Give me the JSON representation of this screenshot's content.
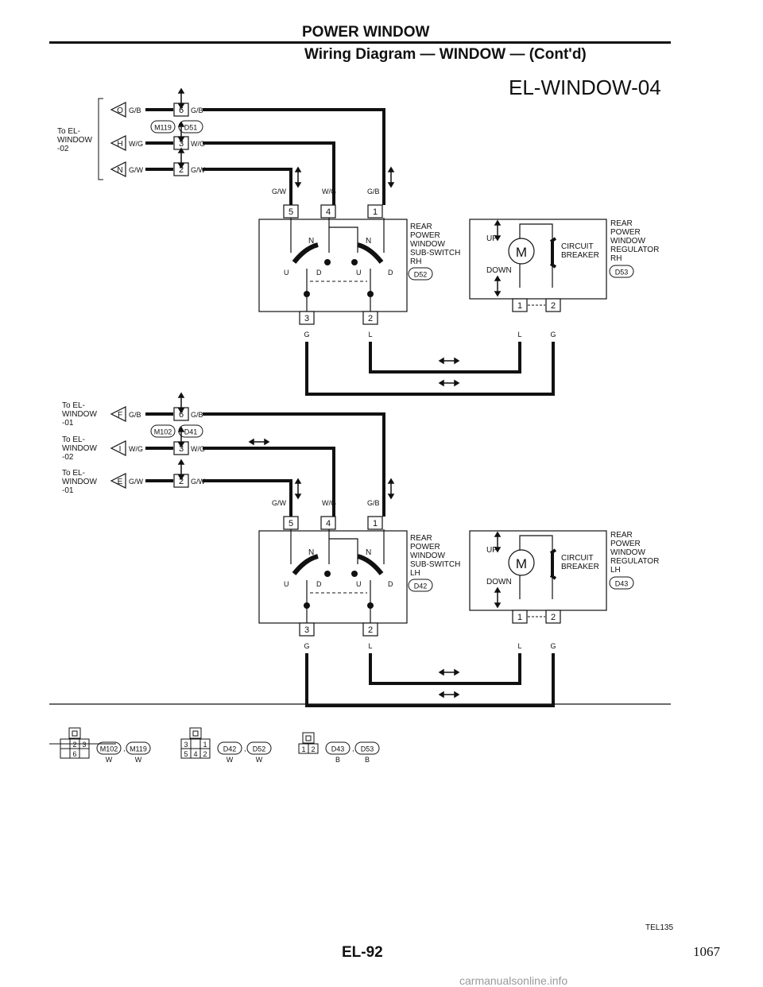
{
  "header": {
    "title": "POWER WINDOW",
    "subtitle": "Wiring Diagram — WINDOW — (Cont'd)",
    "diagram_code": "EL-WINDOW-04"
  },
  "footer": {
    "ref_code": "TEL135",
    "page_label": "EL-92",
    "page_number": "1067",
    "watermark": "carmanualsonline.info"
  },
  "diagram": {
    "top": {
      "to_label": "To EL-\nWINDOW\n-02",
      "arrows": [
        "O",
        "H",
        "N"
      ],
      "colors_left": [
        "G/B",
        "W/G",
        "G/W"
      ],
      "pins": [
        "6",
        "3",
        "2"
      ],
      "colors_right": [
        "G/B",
        "W/G",
        "G/W"
      ],
      "connectors": [
        "M119",
        "D51"
      ],
      "switch_pin_colors": [
        "G/W",
        "W/G",
        "G/B"
      ],
      "switch_pins": [
        "5",
        "4",
        "1"
      ],
      "switch_label": "REAR\nPOWER\nWINDOW\nSUB-SWITCH\nRH",
      "switch_connector": "D52",
      "switch_out_pins": [
        "3",
        "2"
      ],
      "switch_out_colors": [
        "G",
        "L"
      ],
      "motor_label": "REAR\nPOWER\nWINDOW\nREGULATOR\nRH",
      "motor_connector": "D53",
      "motor_pins": [
        "1",
        "2"
      ],
      "motor_colors": [
        "L",
        "G"
      ]
    },
    "bottom": {
      "to_labels": [
        "To EL-\nWINDOW\n-01",
        "To EL-\nWINDOW\n-02",
        "To EL-\nWINDOW\n-01"
      ],
      "arrows": [
        "F",
        "I",
        "E"
      ],
      "colors_left": [
        "G/B",
        "W/G",
        "G/W"
      ],
      "pins": [
        "6",
        "3",
        "2"
      ],
      "colors_right": [
        "G/B",
        "W/G",
        "G/W"
      ],
      "connectors": [
        "M102",
        "D41"
      ],
      "switch_pin_colors": [
        "G/W",
        "W/G",
        "G/B"
      ],
      "switch_pins": [
        "5",
        "4",
        "1"
      ],
      "switch_label": "REAR\nPOWER\nWINDOW\nSUB-SWITCH\nLH",
      "switch_connector": "D42",
      "switch_out_pins": [
        "3",
        "2"
      ],
      "switch_out_colors": [
        "G",
        "L"
      ],
      "motor_label": "REAR\nPOWER\nWINDOW\nREGULATOR\nLH",
      "motor_connector": "D43",
      "motor_pins": [
        "1",
        "2"
      ],
      "motor_colors": [
        "L",
        "G"
      ]
    },
    "common": {
      "switch_pos": [
        "N",
        "N",
        "U",
        "D",
        "U",
        "D"
      ],
      "motor_up": "UP",
      "motor_down": "DOWN",
      "motor_symbol": "M",
      "breaker": "CIRCUIT\nBREAKER"
    },
    "connector_views": [
      {
        "cells": [
          "",
          "2",
          "3",
          "",
          "6",
          ""
        ],
        "names": [
          "M102",
          "M119"
        ],
        "colors": [
          "W",
          "W"
        ]
      },
      {
        "cells": [
          "3",
          "",
          "1",
          "5",
          "4",
          "2"
        ],
        "names": [
          "D42",
          "D52"
        ],
        "colors": [
          "W",
          "W"
        ]
      },
      {
        "cells": [
          "1",
          "2"
        ],
        "names": [
          "D43",
          "D53"
        ],
        "colors": [
          "B",
          "B"
        ]
      }
    ]
  }
}
